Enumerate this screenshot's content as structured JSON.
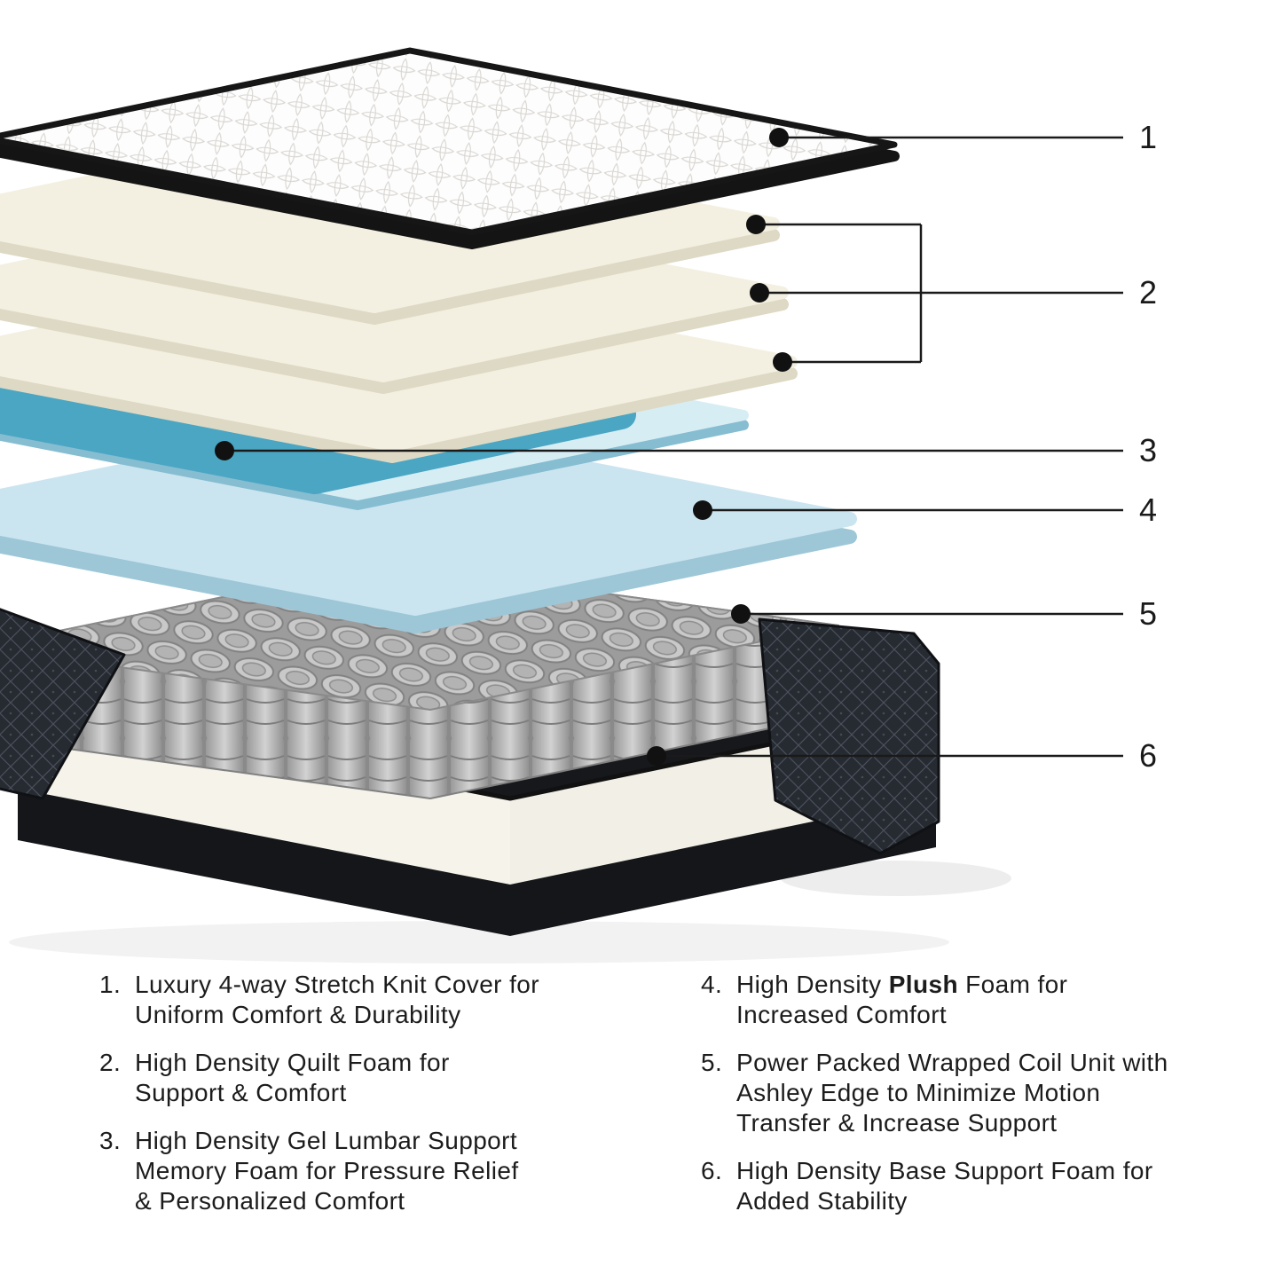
{
  "callouts": [
    {
      "label": "1"
    },
    {
      "label": "2"
    },
    {
      "label": "3"
    },
    {
      "label": "4"
    },
    {
      "label": "5"
    },
    {
      "label": "6"
    }
  ],
  "legend": {
    "left": [
      {
        "num": "1.",
        "lines": [
          "Luxury 4-way Stretch Knit Cover for",
          "Uniform Comfort & Durability"
        ]
      },
      {
        "num": "2.",
        "lines": [
          "High Density Quilt Foam for",
          "Support & Comfort"
        ]
      },
      {
        "num": "3.",
        "lines": [
          "High Density Gel Lumbar Support",
          "Memory Foam for Pressure Relief",
          "& Personalized Comfort"
        ]
      }
    ],
    "right": [
      {
        "num": "4.",
        "l1a": "High Density ",
        "l1b": "Plush",
        "l1c": " Foam for",
        "lines": [
          "Increased Comfort"
        ]
      },
      {
        "num": "5.",
        "lines": [
          "Power Packed Wrapped Coil Unit with",
          "Ashley Edge to Minimize Motion",
          "Transfer & Increase Support"
        ]
      },
      {
        "num": "6.",
        "lines": [
          "High Density Base Support Foam for",
          "Added Stability"
        ]
      }
    ]
  },
  "colors": {
    "background": "#ffffff",
    "line": "#1a1a1a",
    "cover_white": "#fdfdfd",
    "cover_edge_black": "#161616",
    "foam_cream": "#f3f0e1",
    "gel_light": "#d7edf4",
    "gel_teal": "#4aa6c3",
    "plush_blue": "#cbe5f0",
    "coil_gray": "#b5b5b5",
    "base_fabric_dark": "#262a31",
    "base_foam": "#f2f0e6"
  }
}
